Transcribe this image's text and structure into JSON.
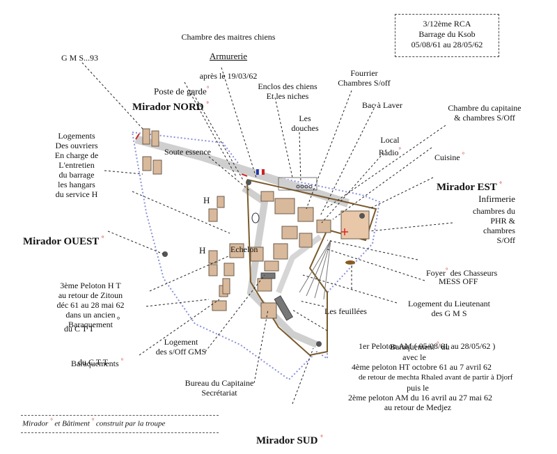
{
  "info_box": {
    "line1": "3/12ème RCA",
    "line2": "Barrage du Ksob",
    "line3": "05/08/61 au 28/05/62"
  },
  "labels": {
    "maitres_chiens": "Chambre des maitres chiens",
    "armurerie": "Armurerie",
    "apres": "après le 19/03/62",
    "gms93": "G M S...93",
    "poste_garde": "Poste de garde",
    "mirador_nord": "Mirador NORD",
    "enclos": "Enclos des chiens\nEt les niches",
    "douches": "Les\ndouches",
    "fourrier": "Fourrier\nChambres S/off",
    "bac": "Bac à Laver",
    "capitaine": "Chambre du capitaine\n& chambres S/Off",
    "local_radio": "Local\nRadio",
    "cuisine": "Cuisine",
    "logements_ouvriers": "Logements\nDes ouvriers\nEn charge de\nL'entretien\ndu barrage\nles hangars\ndu service H",
    "soute": "Soute essence",
    "mirador_est": "Mirador EST",
    "infirmerie_title": "Infirmerie",
    "infirmerie_body": "chambres du\nPHR &\nchambres\nS/Off",
    "mirador_ouest": "Mirador OUEST",
    "echelon": "Echelon",
    "foyer_1": "Foyer",
    "foyer_2": "des Chasseurs",
    "mess": "MESS OFF",
    "peloton3": "3ème Peloton H T\nau retour de Zitoun\ndéc 61 au 28 mai 62\ndans un ancien\nBaraquement",
    "peloton3_ctt": "du C T T",
    "lieutenant": "Logement du Lieutenant\ndes G M S",
    "feuillees": "Les feuillées",
    "baraquements_ctt": "Baraquements",
    "baraquements_ctt2": "du C T T",
    "logement_soff": "Logement\ndes s/Off GMS",
    "baraquement_head": "Baraquement",
    "baraquement_du": "du",
    "peloton1": "1er Peloton AM ( 05/08/61 au 28/05/62 )",
    "avec": "avec le",
    "peloton4": "4ème peloton HT octobre 61 au 7 avril 62",
    "mechta": "de retour de mechta Rhaled avant de partir à Djorf",
    "puis": "puis le",
    "peloton2": "2ème peloton AM du 16 avril au 27 mai 62",
    "medjez": "au retour de Medjez",
    "bureau": "Bureau du Capitaine\nSecrétariat",
    "mirador_sud": "Mirador SUD",
    "h": "H"
  },
  "legend": {
    "mirador": "Mirador",
    "et_batiment": "et Bâtiment",
    "construit": "construit par la troupe"
  },
  "dot_symbol": "°",
  "colors": {
    "building_fill": "#d9b99b",
    "building_stroke": "#6b5a4a",
    "road": "#c9c9c9",
    "fence": "#8a8fd8",
    "wall": "#7a5a2a",
    "mirador_dot": "#d22222"
  }
}
